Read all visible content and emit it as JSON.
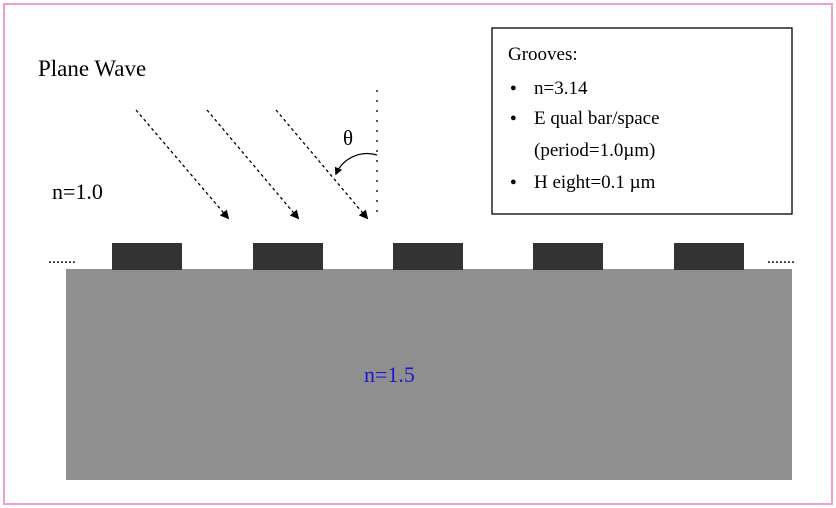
{
  "labels": {
    "plane_wave": "Plane Wave",
    "theta": "θ",
    "n_air": "n=1.0",
    "n_substrate": "n=1.5",
    "ellipsis_left": ".......",
    "ellipsis_right": "......."
  },
  "info_box": {
    "title": "Grooves:",
    "items": [
      {
        "bullet": "●",
        "text": "n=3.14"
      },
      {
        "bullet": "●",
        "text": "E qual bar/space"
      },
      {
        "bullet": "",
        "text": "(period=1.0µm)"
      },
      {
        "bullet": "●",
        "text": "H eight=0.1 µm"
      }
    ]
  },
  "colors": {
    "frame_border": "#ef9fd3",
    "substrate": "#8f8f8f",
    "groove": "#333333",
    "substrate_label": "#1a1acc",
    "text": "#000000"
  },
  "groove_count": 5,
  "arrow_count": 3
}
